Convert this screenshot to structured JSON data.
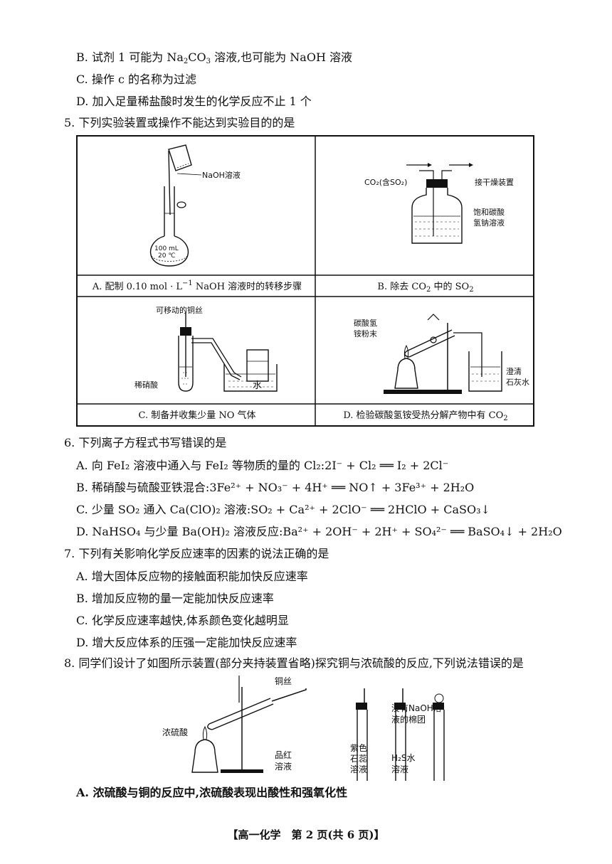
{
  "q4_options": [
    {
      "label": "B.",
      "pre": "试剂 1 可能为 Na",
      "sub1": "2",
      "mid": "CO",
      "sub2": "3",
      "post": " 溶液,也可能为 NaOH 溶液"
    },
    {
      "label": "C.",
      "text": "操作 c 的名称为过滤"
    },
    {
      "label": "D.",
      "text": "加入足量稀盐酸时发生的化学反应不止 1 个"
    }
  ],
  "q5": {
    "stem": "5. 下列实验装置或操作不能达到实验目的的是",
    "panels": {
      "A": {
        "caption_pre": "A. 配制 0.10 mol · L",
        "caption_sup": "−1",
        "caption_post": " NaOH 溶液时的转移步骤",
        "label_solution": "NaOH溶液",
        "flask_label_1": "100 mL",
        "flask_label_2": "20 ℃"
      },
      "B": {
        "caption_pre": "B. 除去 CO",
        "caption_sub1": "2",
        "caption_mid": " 中的 SO",
        "caption_sub2": "2",
        "inlet_label": "CO₂(含SO₂)",
        "outlet_label": "接干燥装置",
        "solution_label_1": "饱和碳酸",
        "solution_label_2": "氢钠溶液"
      },
      "C": {
        "caption": "C. 制备并收集少量 NO 气体",
        "label_wire": "可移动的铜丝",
        "label_acid": "稀硝酸",
        "label_water": "水"
      },
      "D": {
        "caption_pre": "D. 检验碳酸氢铵受热分解产物中有 CO",
        "caption_sub": "2",
        "label_powder_1": "碳酸氢",
        "label_powder_2": "铵粉末",
        "label_lime_1": "澄清",
        "label_lime_2": "石灰水"
      }
    }
  },
  "q6": {
    "stem": "6. 下列离子方程式书写错误的是",
    "A": "A. 向 FeI₂ 溶液中通入与 FeI₂ 等物质的量的 Cl₂:2I⁻ + Cl₂ ══ I₂ + 2Cl⁻",
    "B": "B. 稀硝酸与硫酸亚铁混合:3Fe²⁺ + NO₃⁻ + 4H⁺ ══ NO↑ + 3Fe³⁺ + 2H₂O",
    "C": "C. 少量 SO₂ 通入 Ca(ClO)₂ 溶液:SO₂ + Ca²⁺ + 2ClO⁻ ══ 2HClO + CaSO₃↓",
    "D": "D. NaHSO₄ 与少量 Ba(OH)₂ 溶液反应:Ba²⁺ + 2OH⁻ + 2H⁺ + SO₄²⁻ ══ BaSO₄↓ + 2H₂O"
  },
  "q7": {
    "stem": "7. 下列有关影响化学反应速率的因素的说法正确的是",
    "A": "A. 增大固体反应物的接触面积能加快反应速率",
    "B": "B. 增加反应物的量一定能加快反应速率",
    "C": "C. 化学反应速率越快,体系颜色变化越明显",
    "D": "D. 增大反应体系的压强一定能加快反应速率"
  },
  "q8": {
    "stem": "8. 同学们设计了如图所示装置(部分夹持装置省略)探究铜与浓硫酸的反应,下列说法错误的是",
    "label_copper": "铜丝",
    "label_acid": "浓硫酸",
    "label_pinhong_1": "品红",
    "label_pinhong_2": "溶液",
    "label_litmus_1": "紫色",
    "label_litmus_2": "石蕊",
    "label_litmus_3": "溶液",
    "label_h2s_1": "H₂S水",
    "label_h2s_2": "溶液",
    "label_cotton_1": "浸有NaOH溶",
    "label_cotton_2": "液的棉团",
    "A": "A. 浓硫酸与铜的反应中,浓硫酸表现出酸性和强氧化性"
  },
  "footer": "【高一化学　第 2 页(共 6 页)】"
}
